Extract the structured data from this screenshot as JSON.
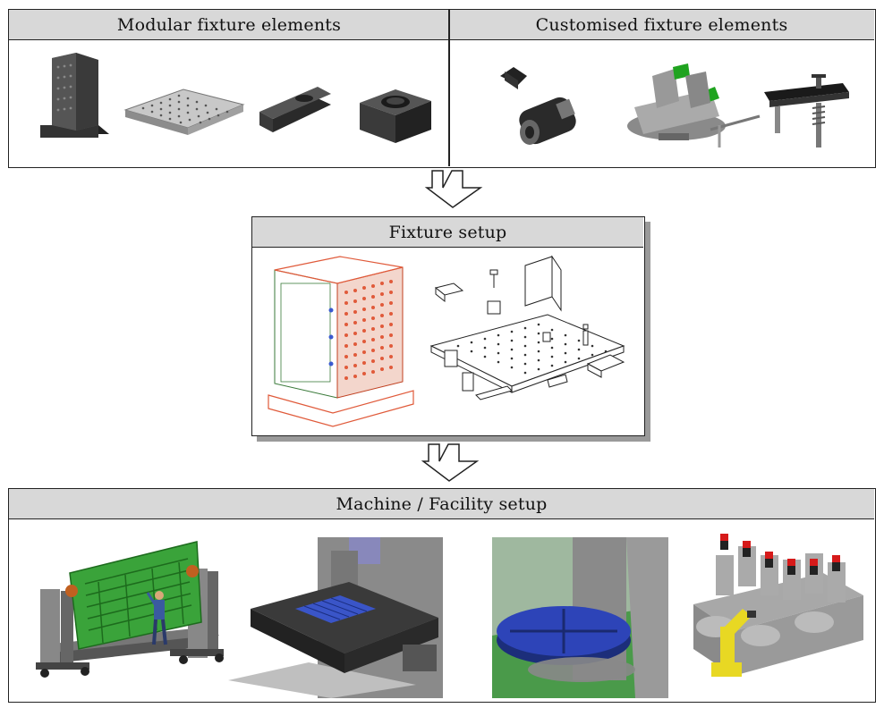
{
  "top_panel": {
    "left_title": "Modular fixture elements",
    "right_title": "Customised fixture elements",
    "modular_items": [
      "tower-block-icon",
      "grid-plate-icon",
      "slot-clamp-icon",
      "t-nut-icon"
    ],
    "custom_items": [
      "v-block-clamp-icon",
      "machine-vise-icon",
      "hold-down-clamp-icon"
    ]
  },
  "middle_panel": {
    "title": "Fixture setup",
    "items": [
      "tombstone-fixture-drawing",
      "baseplate-assembly-drawing"
    ]
  },
  "bottom_panel": {
    "title": "Machine / Facility setup",
    "items": [
      "assembly-jig-with-operator",
      "cnc-machine-table",
      "rotary-table",
      "welding-cell-with-robot"
    ]
  },
  "colors": {
    "header_bg": "#d8d8d8",
    "border": "#222222",
    "jig_green": "#3aa33a",
    "pallet_blue": "#3a55c8",
    "robot_yellow": "#e8d823",
    "marker_red": "#d61a1a",
    "drawing_red": "#e05a3a"
  }
}
